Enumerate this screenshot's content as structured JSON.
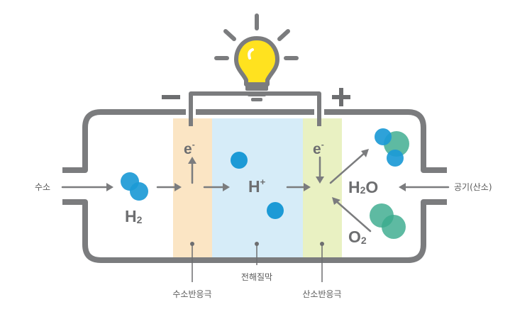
{
  "labels": {
    "hydrogen_input": "수소",
    "air_input": "공기(산소)",
    "anode": "수소반응극",
    "electrolyte": "전해질막",
    "cathode": "산소반응극",
    "minus": "−",
    "plus": "+"
  },
  "chem": {
    "h2_main": "H",
    "h2_sub": "2",
    "h_ion_main": "H",
    "h_ion_sup": "+",
    "e_left_main": "e",
    "e_left_sup": "-",
    "e_right_main": "e",
    "e_right_sup": "-",
    "water_a": "H",
    "water_sub": "2",
    "water_b": "O",
    "o2_main": "O",
    "o2_sub": "2"
  },
  "colors": {
    "outline": "#7b7c7e",
    "anode_fill": "#fbe5c4",
    "electrolyte_fill": "#d6ecf8",
    "cathode_fill": "#e9f1c2",
    "hydrogen": "#1c9ad6",
    "oxygen": "#3bab8e",
    "bulb": "#ffe21f",
    "text": "#6d6e70"
  },
  "icons": [
    "light-bulb-icon"
  ]
}
